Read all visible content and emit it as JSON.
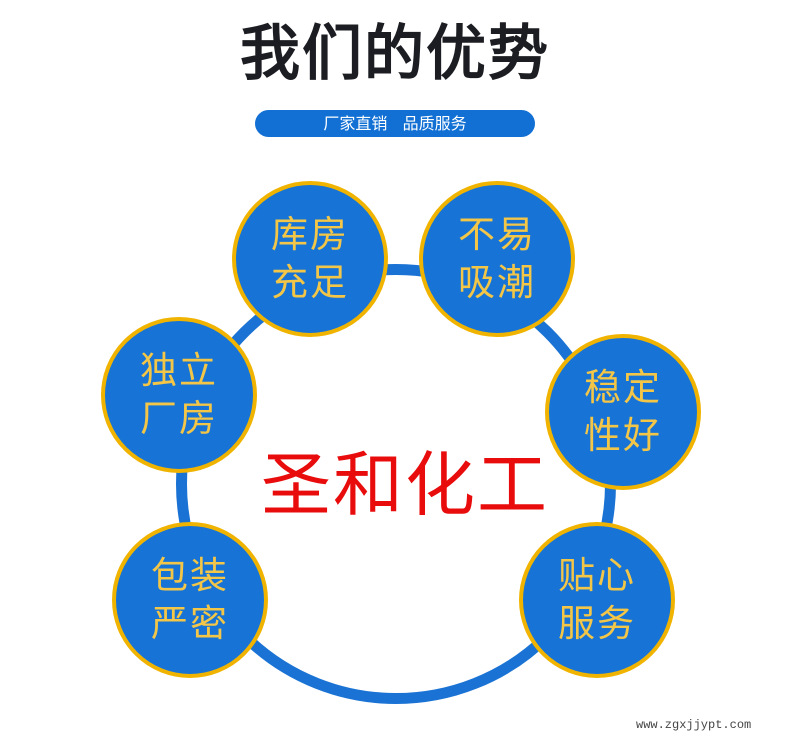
{
  "header": {
    "title": "我们的优势",
    "subtitle": "厂家直销   品质服务"
  },
  "center_brand": "圣和化工",
  "advantages": [
    {
      "line1": "库房",
      "line2": "充足"
    },
    {
      "line1": "不易",
      "line2": "吸潮"
    },
    {
      "line1": "独立",
      "line2": "厂房"
    },
    {
      "line1": "稳定",
      "line2": "性好"
    },
    {
      "line1": "包装",
      "line2": "严密"
    },
    {
      "line1": "贴心",
      "line2": "服务"
    }
  ],
  "watermark": "www.zgxjjypt.com",
  "colors": {
    "accent_blue": "#1774d6",
    "ring_border": "#f0b400",
    "text_yellow": "#f3c647",
    "brand_red": "#e80c0c"
  }
}
